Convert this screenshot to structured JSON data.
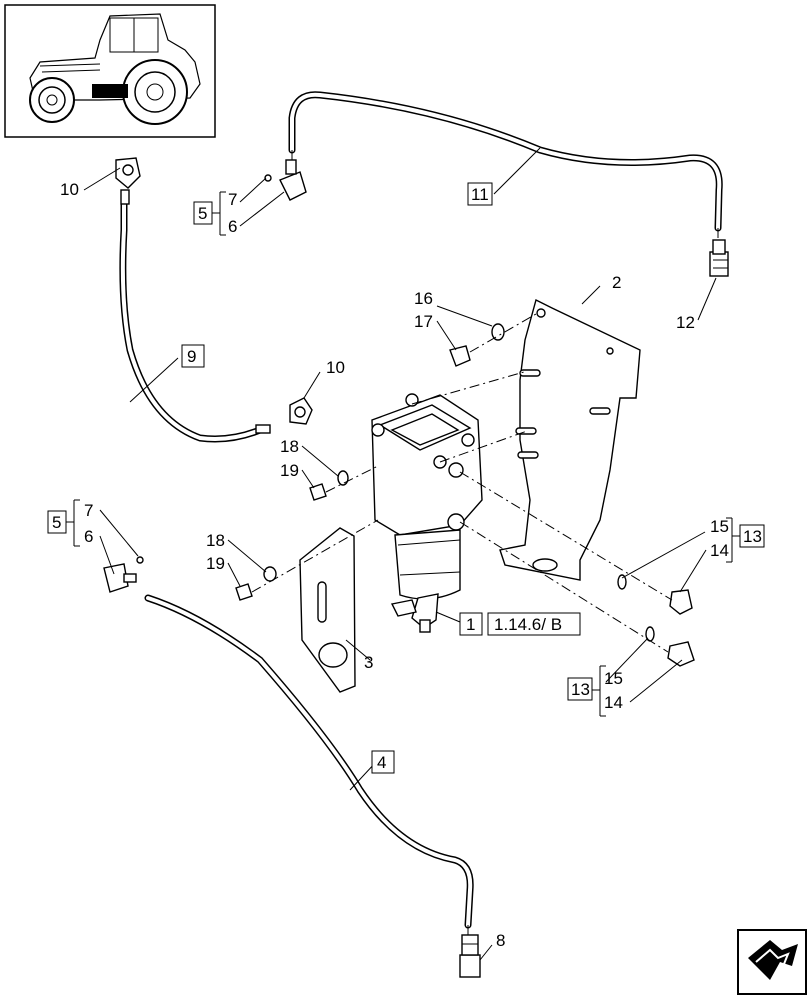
{
  "callouts": {
    "tractor_thumb": "",
    "c10a": "10",
    "c5a": "5",
    "c7a": "7",
    "c6a": "6",
    "c11": "11",
    "c12": "12",
    "c2": "2",
    "c16": "16",
    "c17": "17",
    "c9": "9",
    "c10b": "10",
    "c18a": "18",
    "c19a": "19",
    "c5b": "5",
    "c7b": "7",
    "c6b": "6",
    "c18b": "18",
    "c19b": "19",
    "c15a": "15",
    "c14a": "14",
    "c13a": "13",
    "c1": "1",
    "ref": "1.14.6/  B",
    "c3": "3",
    "c13b": "13",
    "c15b": "15",
    "c14b": "14",
    "c4": "4",
    "c8": "8"
  },
  "nav": {
    "icon": "navigation-arrow-icon"
  }
}
